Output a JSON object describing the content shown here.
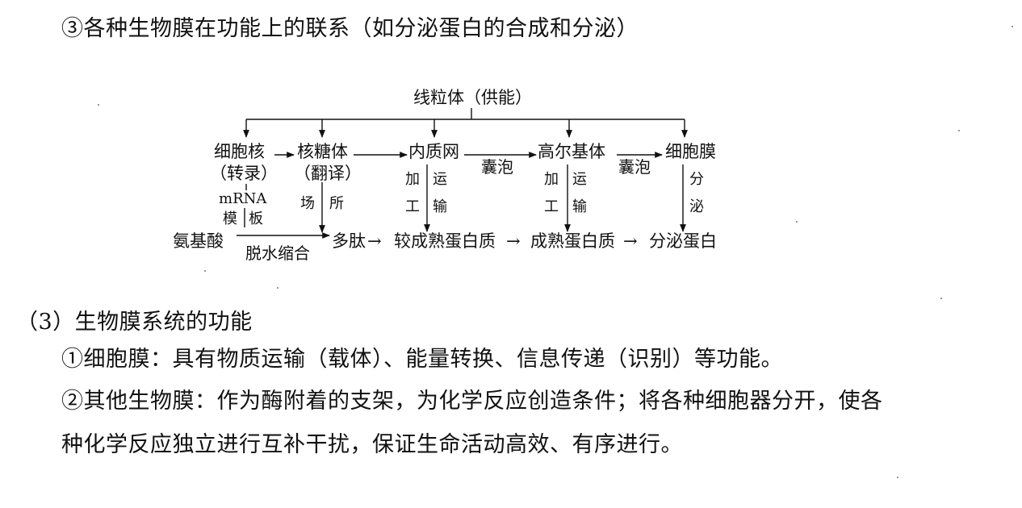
{
  "heading_membrane_link": "③各种生物膜在功能上的联系（如分泌蛋白的合成和分泌）",
  "diagram": {
    "top": "线粒体（供能）",
    "nucleus": "细胞核",
    "nucleus_role": "（转录）",
    "ribosome": "核糖体",
    "ribosome_role": "（翻译）",
    "er": "内质网",
    "golgi": "高尔基体",
    "membrane": "细胞膜",
    "vesicle1": "囊泡",
    "vesicle2": "囊泡",
    "mrna": "mRNA",
    "template_1": "模",
    "template_2": "板",
    "site_1": "场",
    "site_2": "所",
    "er_process_1a": "加",
    "er_process_1b": "工",
    "er_process_2a": "运",
    "er_process_2b": "输",
    "golgi_process_1a": "加",
    "golgi_process_1b": "工",
    "golgi_process_2a": "运",
    "golgi_process_2b": "输",
    "secretion_1": "分",
    "secretion_2": "泌",
    "amino_acid": "氨基酸",
    "dehydration": "脱水缩合",
    "polypeptide": "多肽",
    "arrow_1": "→",
    "immature_protein": "较成熟蛋白质",
    "arrow_2": "→",
    "mature_protein": "成熟蛋白质",
    "arrow_3": "→",
    "secreted_protein": "分泌蛋白"
  },
  "section_3_title": "（3）生物膜系统的功能",
  "cell_membrane_function": "①细胞膜：具有物质运输（载体）、能量转换、信息传递（识别）等功能。",
  "other_membranes_line1": "②其他生物膜：作为酶附着的支架，为化学反应创造条件；将各种细胞器分开，使各",
  "other_membranes_line2": "种化学反应独立进行互补干扰，保证生命活动高效、有序进行。"
}
